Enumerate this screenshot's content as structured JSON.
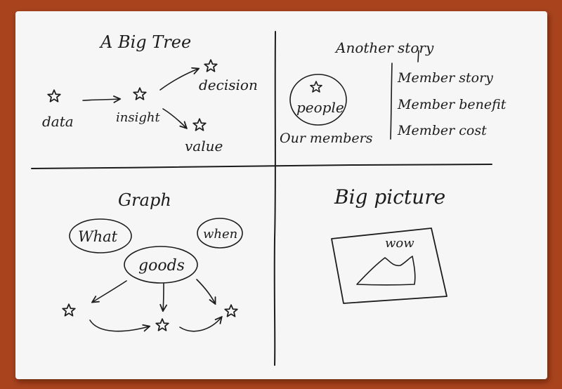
{
  "colors": {
    "background": "#a8431d",
    "paper": "#f6f6f7",
    "ink": "#1c1c1c"
  },
  "quadrants": {
    "top_left": {
      "title": "A Big Tree",
      "labels": {
        "data": "data",
        "insight": "insight",
        "decision": "decision",
        "value": "value"
      }
    },
    "top_right": {
      "title": "Another story",
      "circle_label": "people",
      "caption": "Our members",
      "list": [
        "Member story",
        "Member benefit",
        "Member cost"
      ]
    },
    "bottom_left": {
      "title": "Graph",
      "bubbles": {
        "what": "What",
        "when": "when",
        "goods": "goods"
      }
    },
    "bottom_right": {
      "title": "Big picture",
      "frame_label": "wow"
    }
  }
}
